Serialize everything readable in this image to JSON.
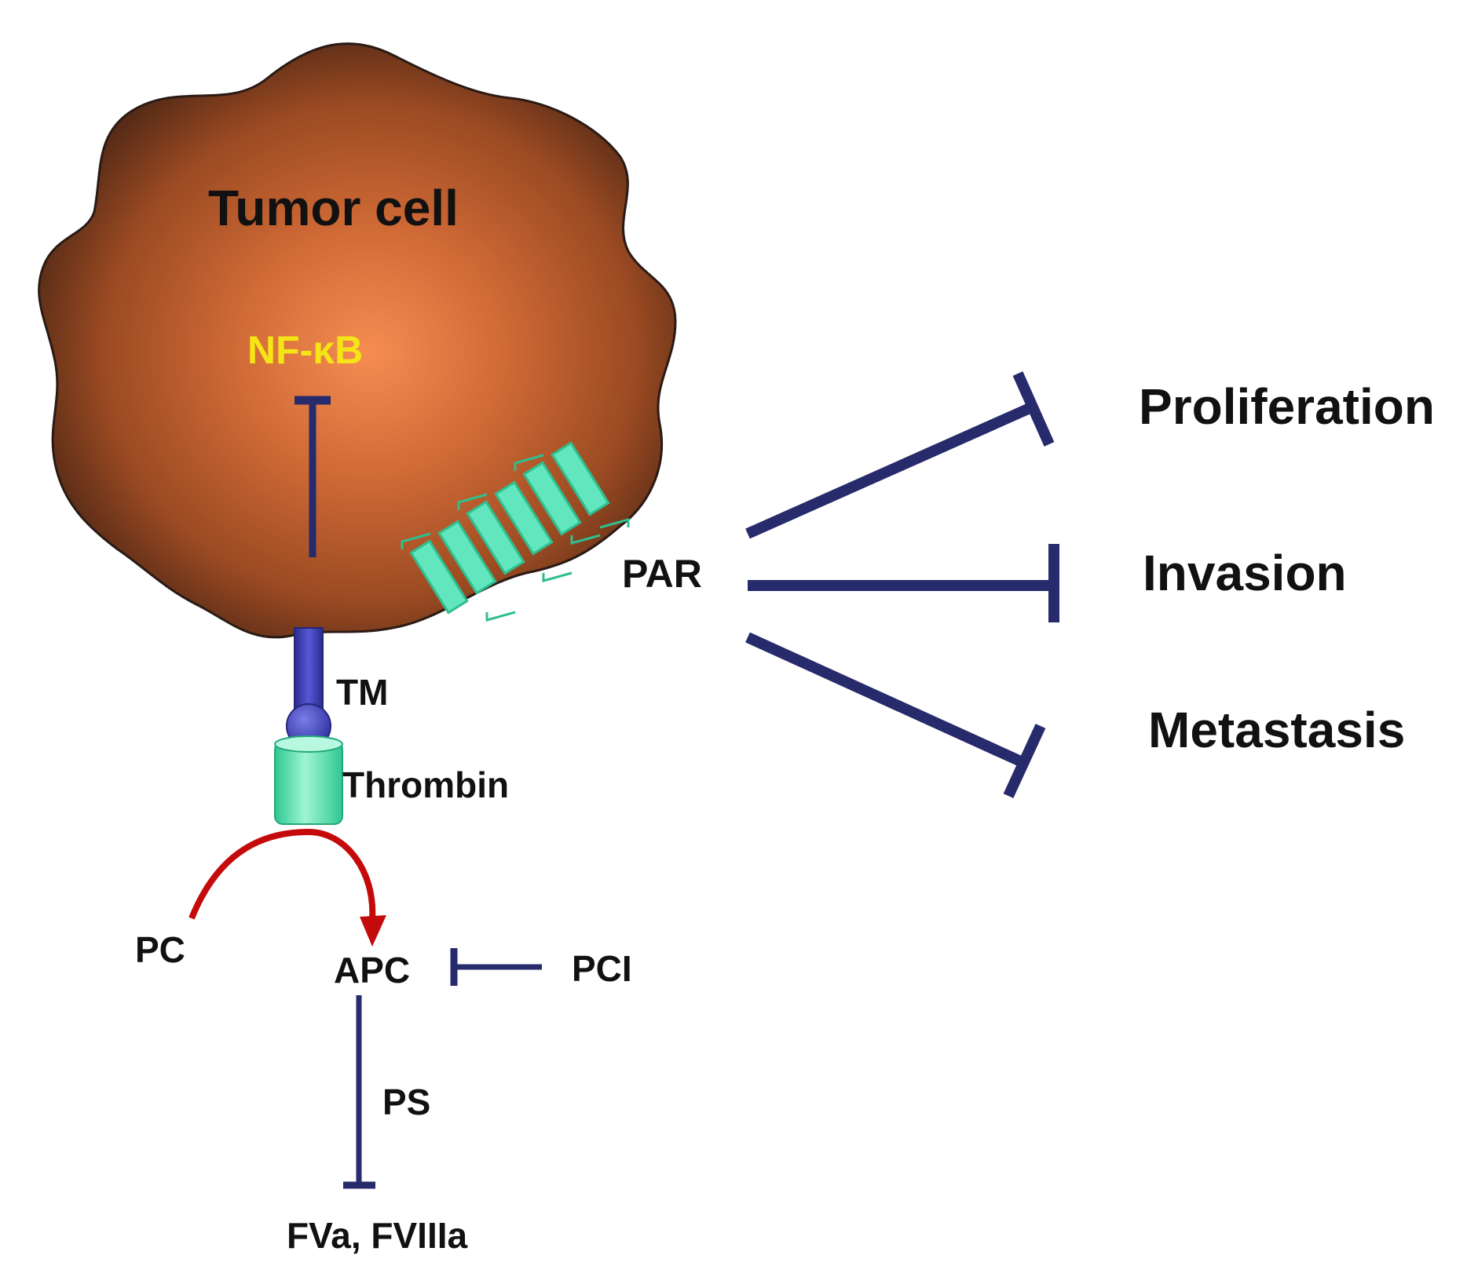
{
  "labels": {
    "cell": "Tumor cell",
    "nfkb": "NF-κB",
    "par": "PAR",
    "tm": "TM",
    "thrombin": "Thrombin",
    "pc": "PC",
    "apc": "APC",
    "pci": "PCI",
    "ps": "PS",
    "factors": "FVa, FVIIIa"
  },
  "outcomes": [
    "Proliferation",
    "Invasion",
    "Metastasis"
  ],
  "colors": {
    "cell_center": "#f08a4b",
    "cell_mid": "#b85a2a",
    "cell_edge": "#3a1f14",
    "inhibition": "#272a6b",
    "activation": "#c40a0a",
    "par_receptor": "#5fe6bf",
    "thrombin": "#6ee8b8",
    "tm": "#3d3fb0",
    "nfkb_text": "#f5e416"
  }
}
